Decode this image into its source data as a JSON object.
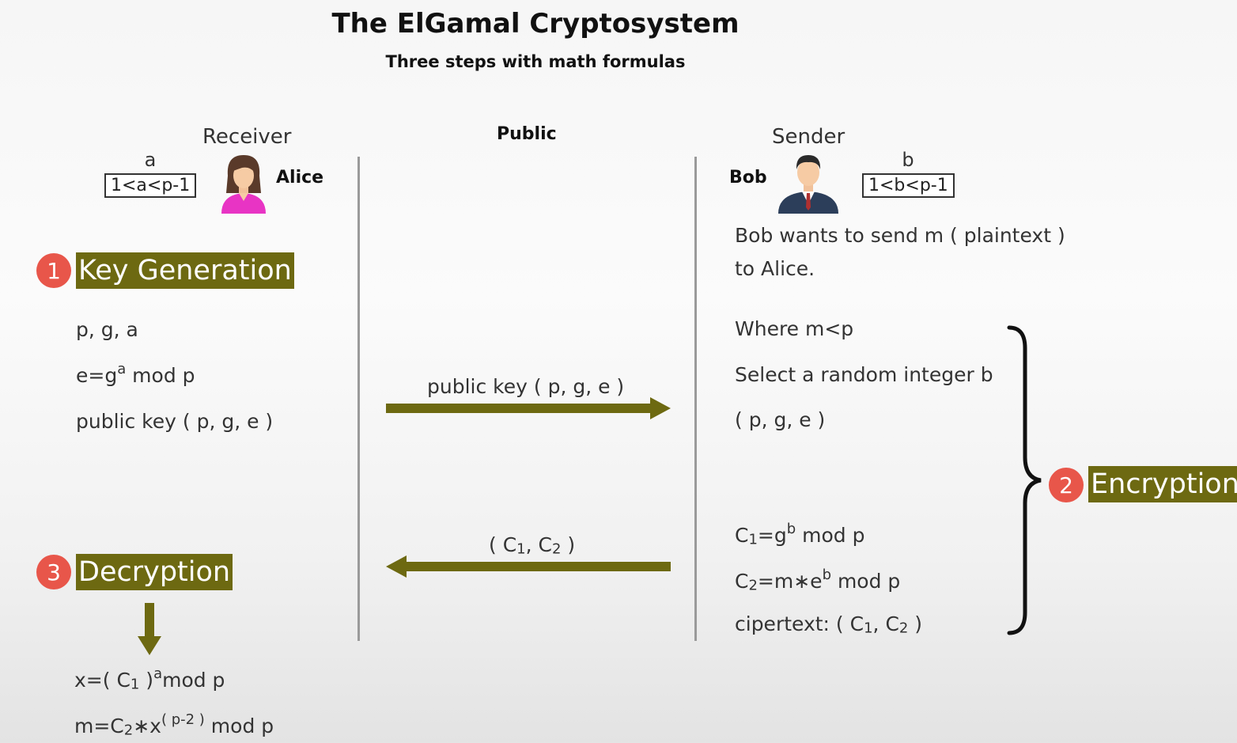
{
  "header": {
    "title": "The ElGamal Cryptosystem",
    "subtitle": "Three steps with math formulas"
  },
  "columns": {
    "receiver_role": "Receiver",
    "receiver_name": "Alice",
    "public_label": "Public",
    "sender_role": "Sender",
    "sender_name": "Bob"
  },
  "secrets": {
    "alice_var": "a",
    "alice_range": "1<a<p-1",
    "bob_var": "b",
    "bob_range": "1<b<p-1"
  },
  "steps": {
    "key_gen": {
      "number": "1",
      "label": "Key Generation"
    },
    "encryption": {
      "number": "2",
      "label": "Encryption"
    },
    "decryption": {
      "number": "3",
      "label": "Decryption"
    }
  },
  "keygen_lines": {
    "line1": "p, g, a",
    "line2_pre": "e=g",
    "line2_sup": "a",
    "line2_post": " mod p",
    "line3": "public key ( p, g, e )"
  },
  "channel": {
    "to_sender": "public key ( p, g, e )",
    "to_receiver_open": "( C",
    "to_receiver_sub1": "1",
    "to_receiver_mid": ", C",
    "to_receiver_sub2": "2",
    "to_receiver_close": " )"
  },
  "bob_intro": {
    "line1": "Bob wants to send m ( plaintext )",
    "line2": "to Alice."
  },
  "encryption_lines": {
    "line1": "Where m<p",
    "line2": "Select a random integer b",
    "line3": "( p, g, e )",
    "c1_pre": "C",
    "c1_sub": "1",
    "c1_mid": "=g",
    "c1_sup": "b",
    "c1_post": " mod p",
    "c2_pre": "C",
    "c2_sub": "2",
    "c2_mid": "=m∗e",
    "c2_sup": "b",
    "c2_post": " mod p",
    "cipher_pre": "cipertext: ( C",
    "cipher_sub1": "1",
    "cipher_mid": ", C",
    "cipher_sub2": "2",
    "cipher_post": " )"
  },
  "decryption_lines": {
    "x_pre": "x=( C",
    "x_sub": "1",
    "x_close": " )",
    "x_sup": "a",
    "x_post": "mod p",
    "m_pre": "m=C",
    "m_sub": "2",
    "m_mid": "∗x",
    "m_sup": "( p-2 )",
    "m_post": " mod p"
  },
  "colors": {
    "step_badge": "#e8564a",
    "step_label_bg": "#6d6911",
    "arrow": "#6d6911",
    "alice_shirt": "#e834c4",
    "bob_suit": "#2c3e5a"
  }
}
